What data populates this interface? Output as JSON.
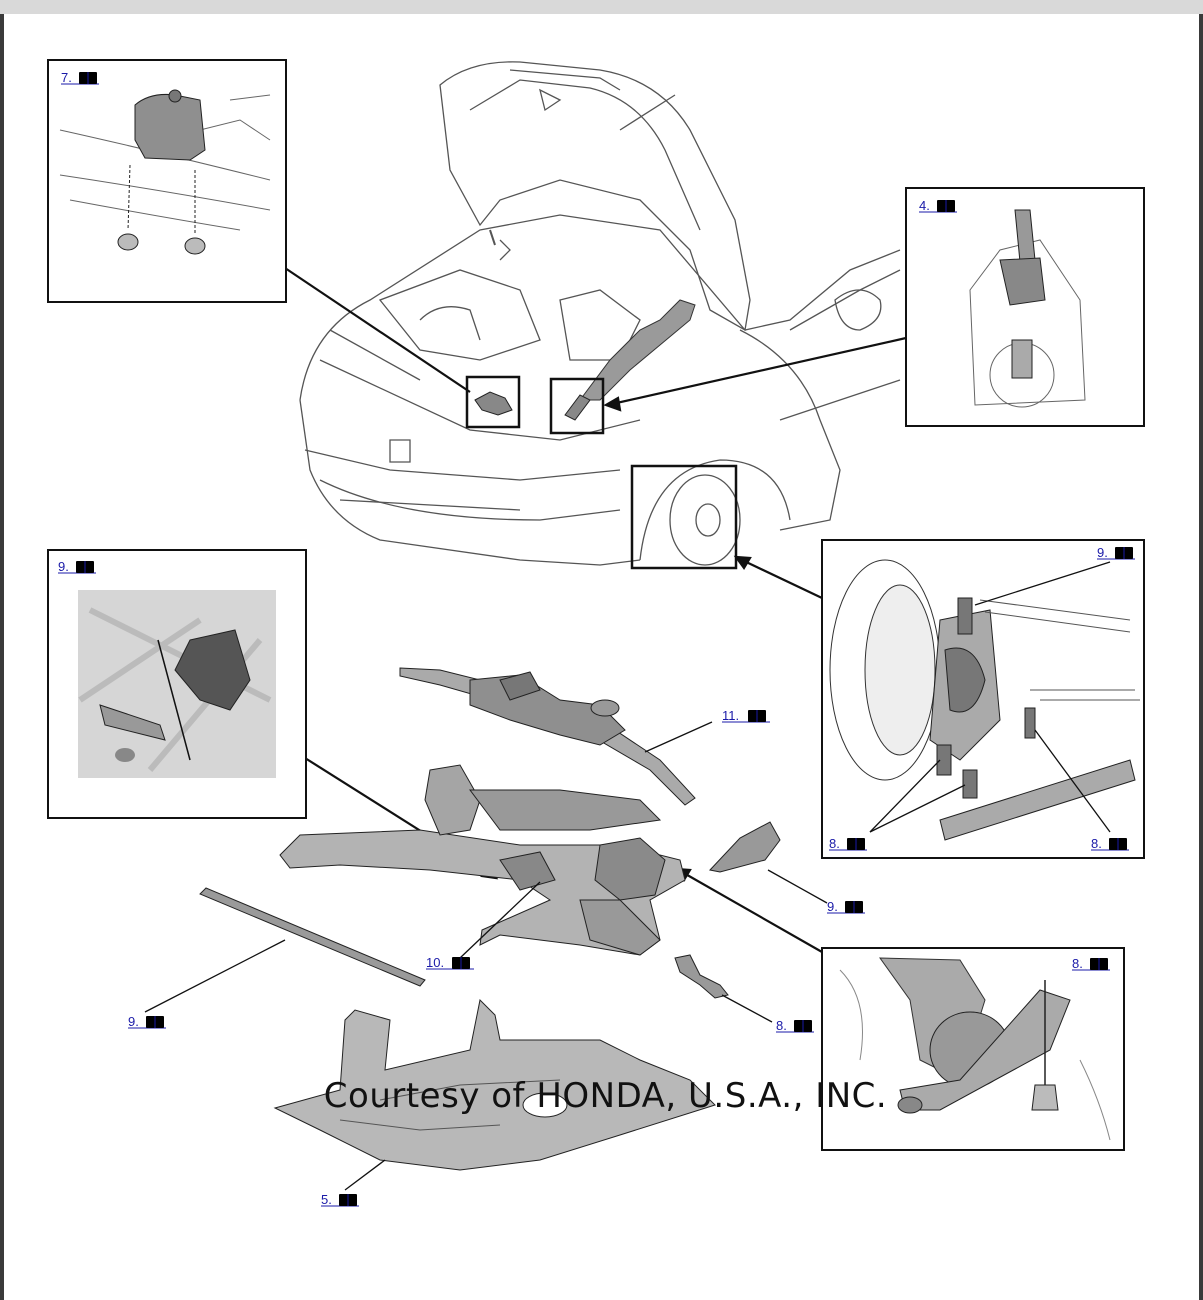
{
  "diagram": {
    "callouts": {
      "c7": "7.",
      "c4": "4.",
      "c9_left": "9.",
      "c9_right_top": "9.",
      "c11": "11.",
      "c8_right_left": "8.",
      "c8_right_right": "8.",
      "c9_mid": "9.",
      "c10": "10.",
      "c9_bar": "9.",
      "c8_mid": "8.",
      "c8_bottom_inset": "8.",
      "c5": "5."
    },
    "info_icon": "book-info-icon",
    "credit": "Courtesy of HONDA, U.S.A., INC."
  }
}
